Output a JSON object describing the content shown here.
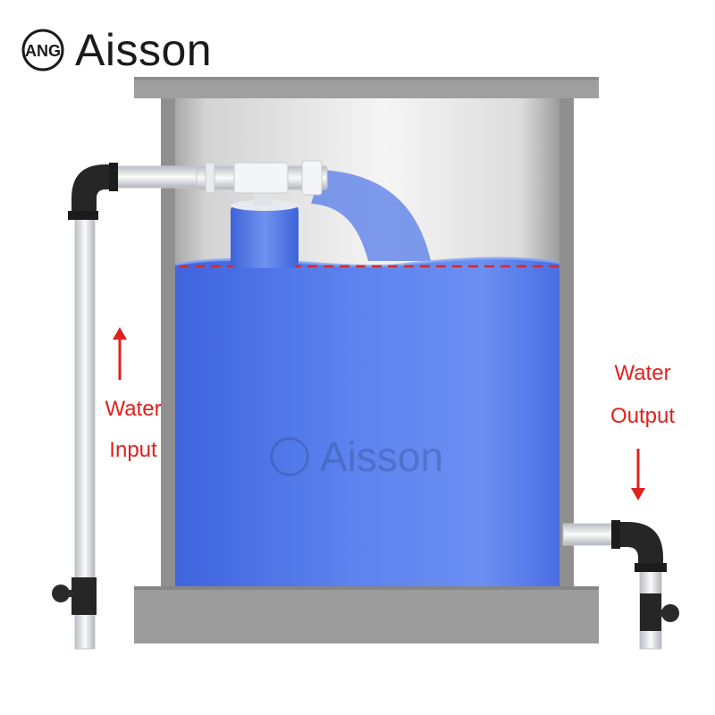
{
  "brand": {
    "name": "Aisson",
    "logo_letters": "ANG"
  },
  "watermark": {
    "name": "Aisson"
  },
  "labels": {
    "input_line1": "Water",
    "input_line2": "Input",
    "output_line1": "Water",
    "output_line2": "Output"
  },
  "colors": {
    "water": "#4f73e6",
    "label_red": "#e0211d",
    "tank_frame": "#9a9a9a",
    "pipe": "#e8ebee",
    "elbow": "#222222",
    "water_level_line": "#d42a2a"
  },
  "icons": {
    "input_arrow": "arrow-up-icon",
    "output_arrow": "arrow-down-icon",
    "valve": "valve-icon",
    "float": "float-valve-icon"
  }
}
